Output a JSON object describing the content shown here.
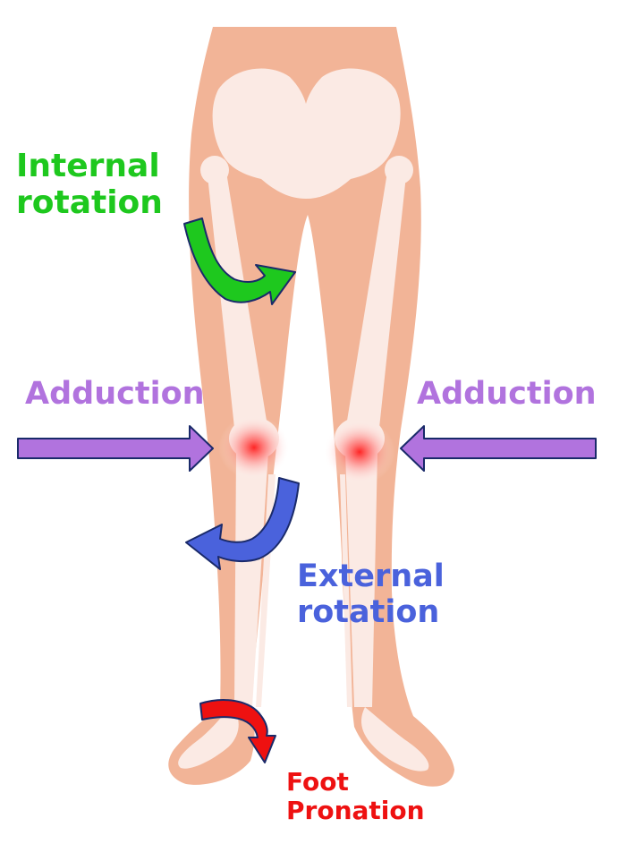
{
  "labels": {
    "internal_rotation": [
      "Internal",
      "rotation"
    ],
    "adduction_left": "Adduction",
    "adduction_right": "Adduction",
    "external_rotation": [
      "External",
      "rotation"
    ],
    "foot_pronation": [
      "Foot",
      "Pronation"
    ]
  },
  "colors": {
    "skin": "#f2b497",
    "bone": "#fbeae4",
    "internal_rotation": "#1ec81e",
    "adduction": "#b173de",
    "external_rotation": "#4a62dc",
    "foot_pronation": "#ee1111",
    "knee_glow": "#ff2020"
  }
}
